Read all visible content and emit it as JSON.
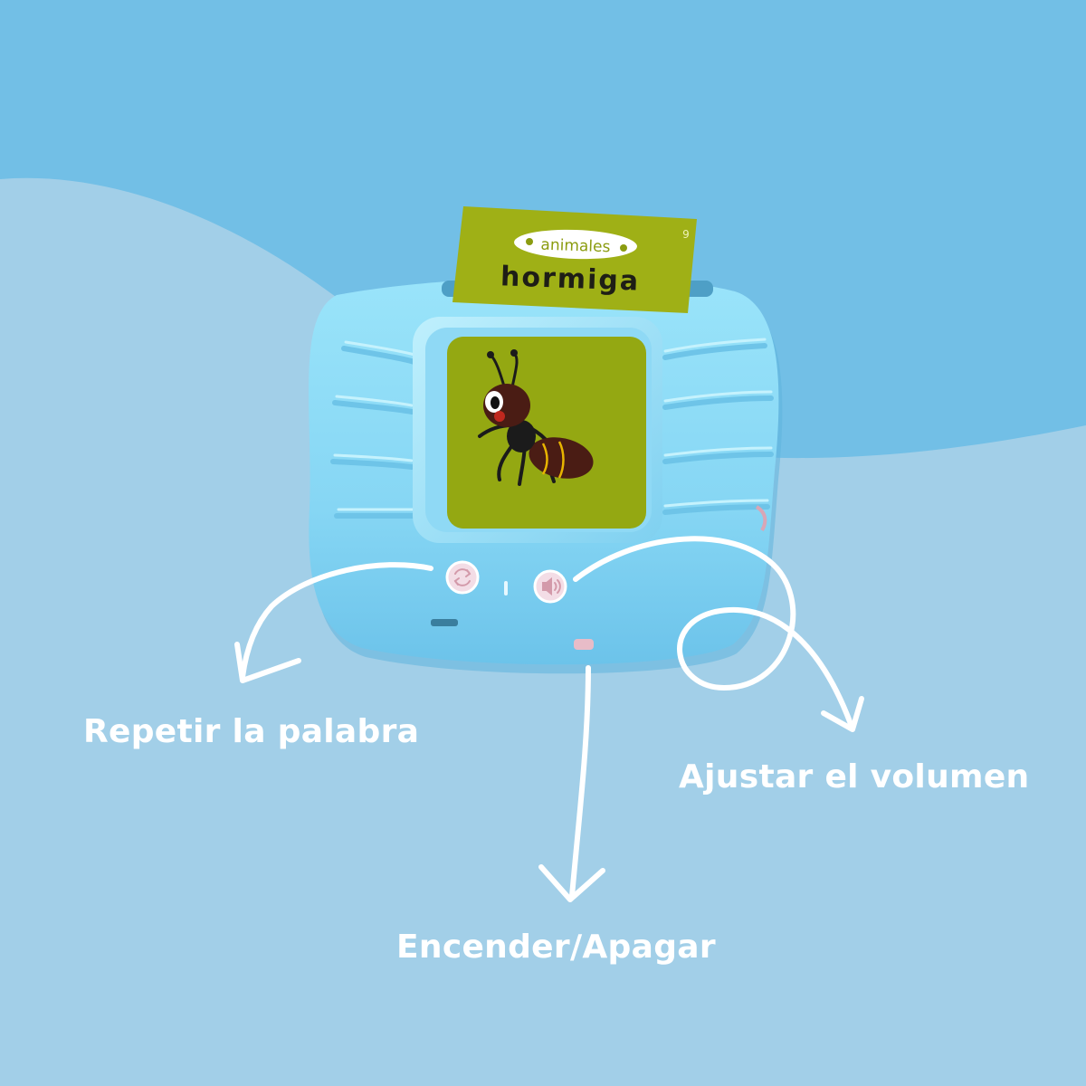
{
  "card": {
    "category": "animales",
    "word": "hormiga",
    "number": "9"
  },
  "labels": {
    "repeat": "Repetir la palabra",
    "volume": "Ajustar el volumen",
    "power": "Encender/Apagar"
  },
  "colors": {
    "background_dark": "#72bfe6",
    "background_light": "#a2cfe8",
    "device_body": "#8cdcf6",
    "card": "#9fb016",
    "screen": "#94a812",
    "label_text": "#ffffff"
  },
  "icons": {
    "repeat_button": "repeat-icon",
    "volume_button": "volume-icon"
  }
}
